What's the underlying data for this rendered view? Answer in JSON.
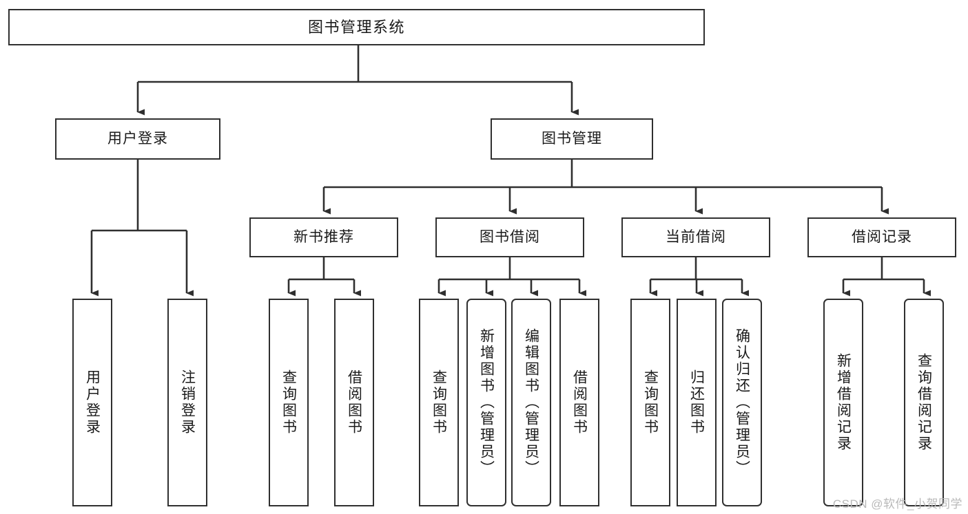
{
  "diagram": {
    "title": "图书管理系统",
    "type": "tree",
    "watermark": "CSDN @软件_小贺同学",
    "colors": {
      "node_border": "#2f2f2f",
      "node_fill": "#ffffff",
      "edge": "#2f2f2f",
      "text": "#1a1a1a",
      "watermark": "#b9b9b9",
      "background": "#ffffff"
    },
    "levels": {
      "root": "图书管理系统",
      "level2": [
        "用户登录",
        "图书管理"
      ],
      "level3": [
        "新书推荐",
        "图书借阅",
        "当前借阅",
        "借阅记录"
      ]
    },
    "nodes": {
      "root": {
        "label": "图书管理系统"
      },
      "user_login": {
        "label": "用户登录"
      },
      "book_manage": {
        "label": "图书管理"
      },
      "new_book_rec": {
        "label": "新书推荐"
      },
      "book_borrow": {
        "label": "图书借阅"
      },
      "current_borrow": {
        "label": "当前借阅"
      },
      "borrow_record": {
        "label": "借阅记录"
      },
      "leaf_user_login": {
        "label": "用户登录"
      },
      "leaf_logout": {
        "label": "注销登录"
      },
      "leaf_query_book_1": {
        "label": "查询图书"
      },
      "leaf_borrow_book_1": {
        "label": "借阅图书"
      },
      "leaf_query_book_2": {
        "label": "查询图书"
      },
      "leaf_add_book": {
        "label": "新增图书（管理员）"
      },
      "leaf_edit_book": {
        "label": "编辑图书（管理员）"
      },
      "leaf_borrow_book_2": {
        "label": "借阅图书"
      },
      "leaf_query_book_3": {
        "label": "查询图书"
      },
      "leaf_return_book": {
        "label": "归还图书"
      },
      "leaf_confirm_return": {
        "label": "确认归还（管理员）"
      },
      "leaf_add_record": {
        "label": "新增借阅记录"
      },
      "leaf_query_record": {
        "label": "查询借阅记录"
      }
    }
  }
}
